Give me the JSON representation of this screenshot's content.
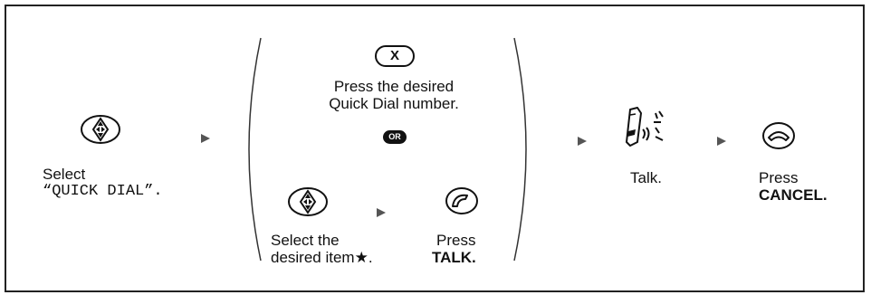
{
  "step1": {
    "label_line1": "Select",
    "label_line2": "“QUICK DIAL”."
  },
  "option_a": {
    "key_label": "X",
    "line1": "Press the desired",
    "line2": "Quick Dial number."
  },
  "or_badge": "OR",
  "option_b": {
    "select_line1": "Select the",
    "select_line2": "desired item★.",
    "press_label": "Press",
    "talk_label": "TALK."
  },
  "step3": {
    "label": "Talk."
  },
  "step4": {
    "press_label": "Press",
    "cancel_label": "CANCEL."
  },
  "icons": {
    "nav": "navigator-key-icon",
    "arrow": "right-arrow-icon",
    "handset_talk": "talk-key-icon",
    "phone_talking": "phone-talking-icon",
    "handset_cancel": "cancel-key-icon"
  }
}
